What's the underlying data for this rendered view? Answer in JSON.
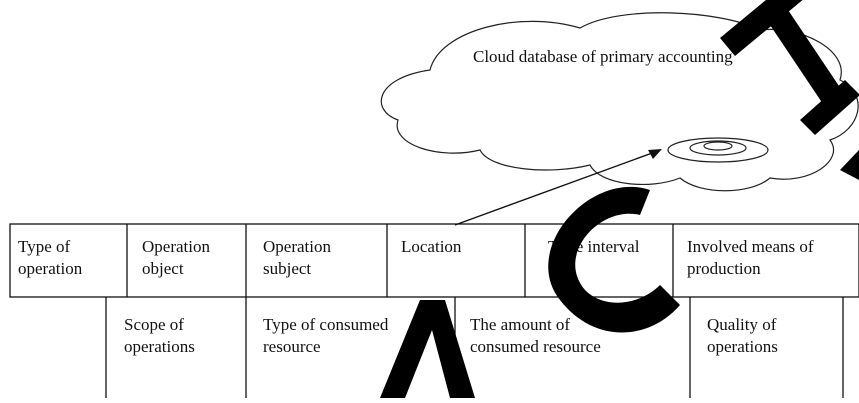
{
  "cloud": {
    "label": "Cloud database of primary accounting"
  },
  "row1": [
    {
      "label": "Type of operation"
    },
    {
      "label": "Operation object"
    },
    {
      "label": "Operation subject"
    },
    {
      "label": "Location"
    },
    {
      "label": "Time interval"
    },
    {
      "label": "Involved means of production"
    }
  ],
  "row2": [
    {
      "label": "Scope of operations"
    },
    {
      "label": "Type of consumed resource"
    },
    {
      "label": "The amount of consumed resource"
    },
    {
      "label": "Quality of operations"
    }
  ],
  "watermark": {
    "text": "REDACTED",
    "color": "#000000"
  }
}
